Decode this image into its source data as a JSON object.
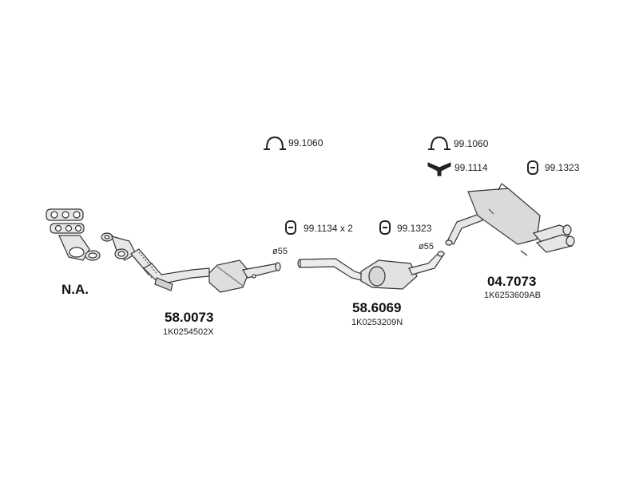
{
  "not_available": "N.A.",
  "parts": [
    {
      "number": "58.0073",
      "oem": "1K0254502X"
    },
    {
      "number": "58.6069",
      "oem": "1K0253209N"
    },
    {
      "number": "04.7073",
      "oem": "1K6253609AB"
    }
  ],
  "fittings": [
    {
      "code": "99.1060",
      "icon": "clamp-u-icon"
    },
    {
      "code": "99.1134 x 2",
      "icon": "hanger-icon"
    },
    {
      "code": "99.1323",
      "icon": "hanger-icon"
    },
    {
      "code": "99.1060",
      "icon": "clamp-u-icon"
    },
    {
      "code": "99.1114",
      "icon": "bracket-y-icon"
    },
    {
      "code": "99.1323",
      "icon": "hanger-icon"
    }
  ],
  "diameters": [
    "ø55",
    "ø55"
  ]
}
